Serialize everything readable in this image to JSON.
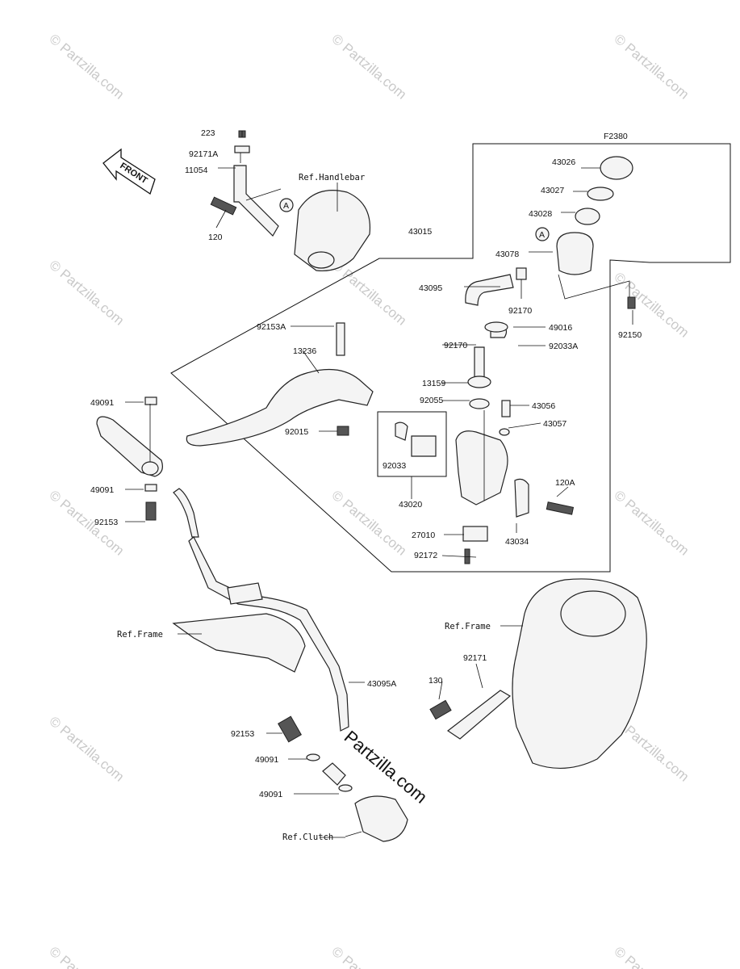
{
  "diagram_code": "F2380",
  "front_label": "FRONT",
  "marker_letter": "A",
  "watermark": "© Partzilla.com",
  "watermark_center": "Partzilla.com",
  "parts": {
    "p223": "223",
    "p92171A": "92171A",
    "p11054": "11054",
    "p120": "120",
    "p43015": "43015",
    "p43026": "43026",
    "p43027": "43027",
    "p43028": "43028",
    "p43078": "43078",
    "p43095": "43095",
    "p92170a": "92170",
    "p92170b": "92170",
    "p92150": "92150",
    "p92153A": "92153A",
    "p49016": "49016",
    "p92033A": "92033A",
    "p13236": "13236",
    "p13159": "13159",
    "p92055": "92055",
    "p43056": "43056",
    "p43057": "43057",
    "p92015": "92015",
    "p92033": "92033",
    "p43020": "43020",
    "p120A": "120A",
    "p43034": "43034",
    "p27010": "27010",
    "p92172": "92172",
    "p49091a": "49091",
    "p49091b": "49091",
    "p49091c": "49091",
    "p49091d": "49091",
    "p92153a": "92153",
    "p92153b": "92153",
    "p43095A": "43095A",
    "p92171": "92171",
    "p130": "130"
  },
  "refs": {
    "handlebar": "Ref.Handlebar",
    "frame_left": "Ref.Frame",
    "frame_right": "Ref.Frame",
    "clutch": "Ref.Clutch"
  }
}
